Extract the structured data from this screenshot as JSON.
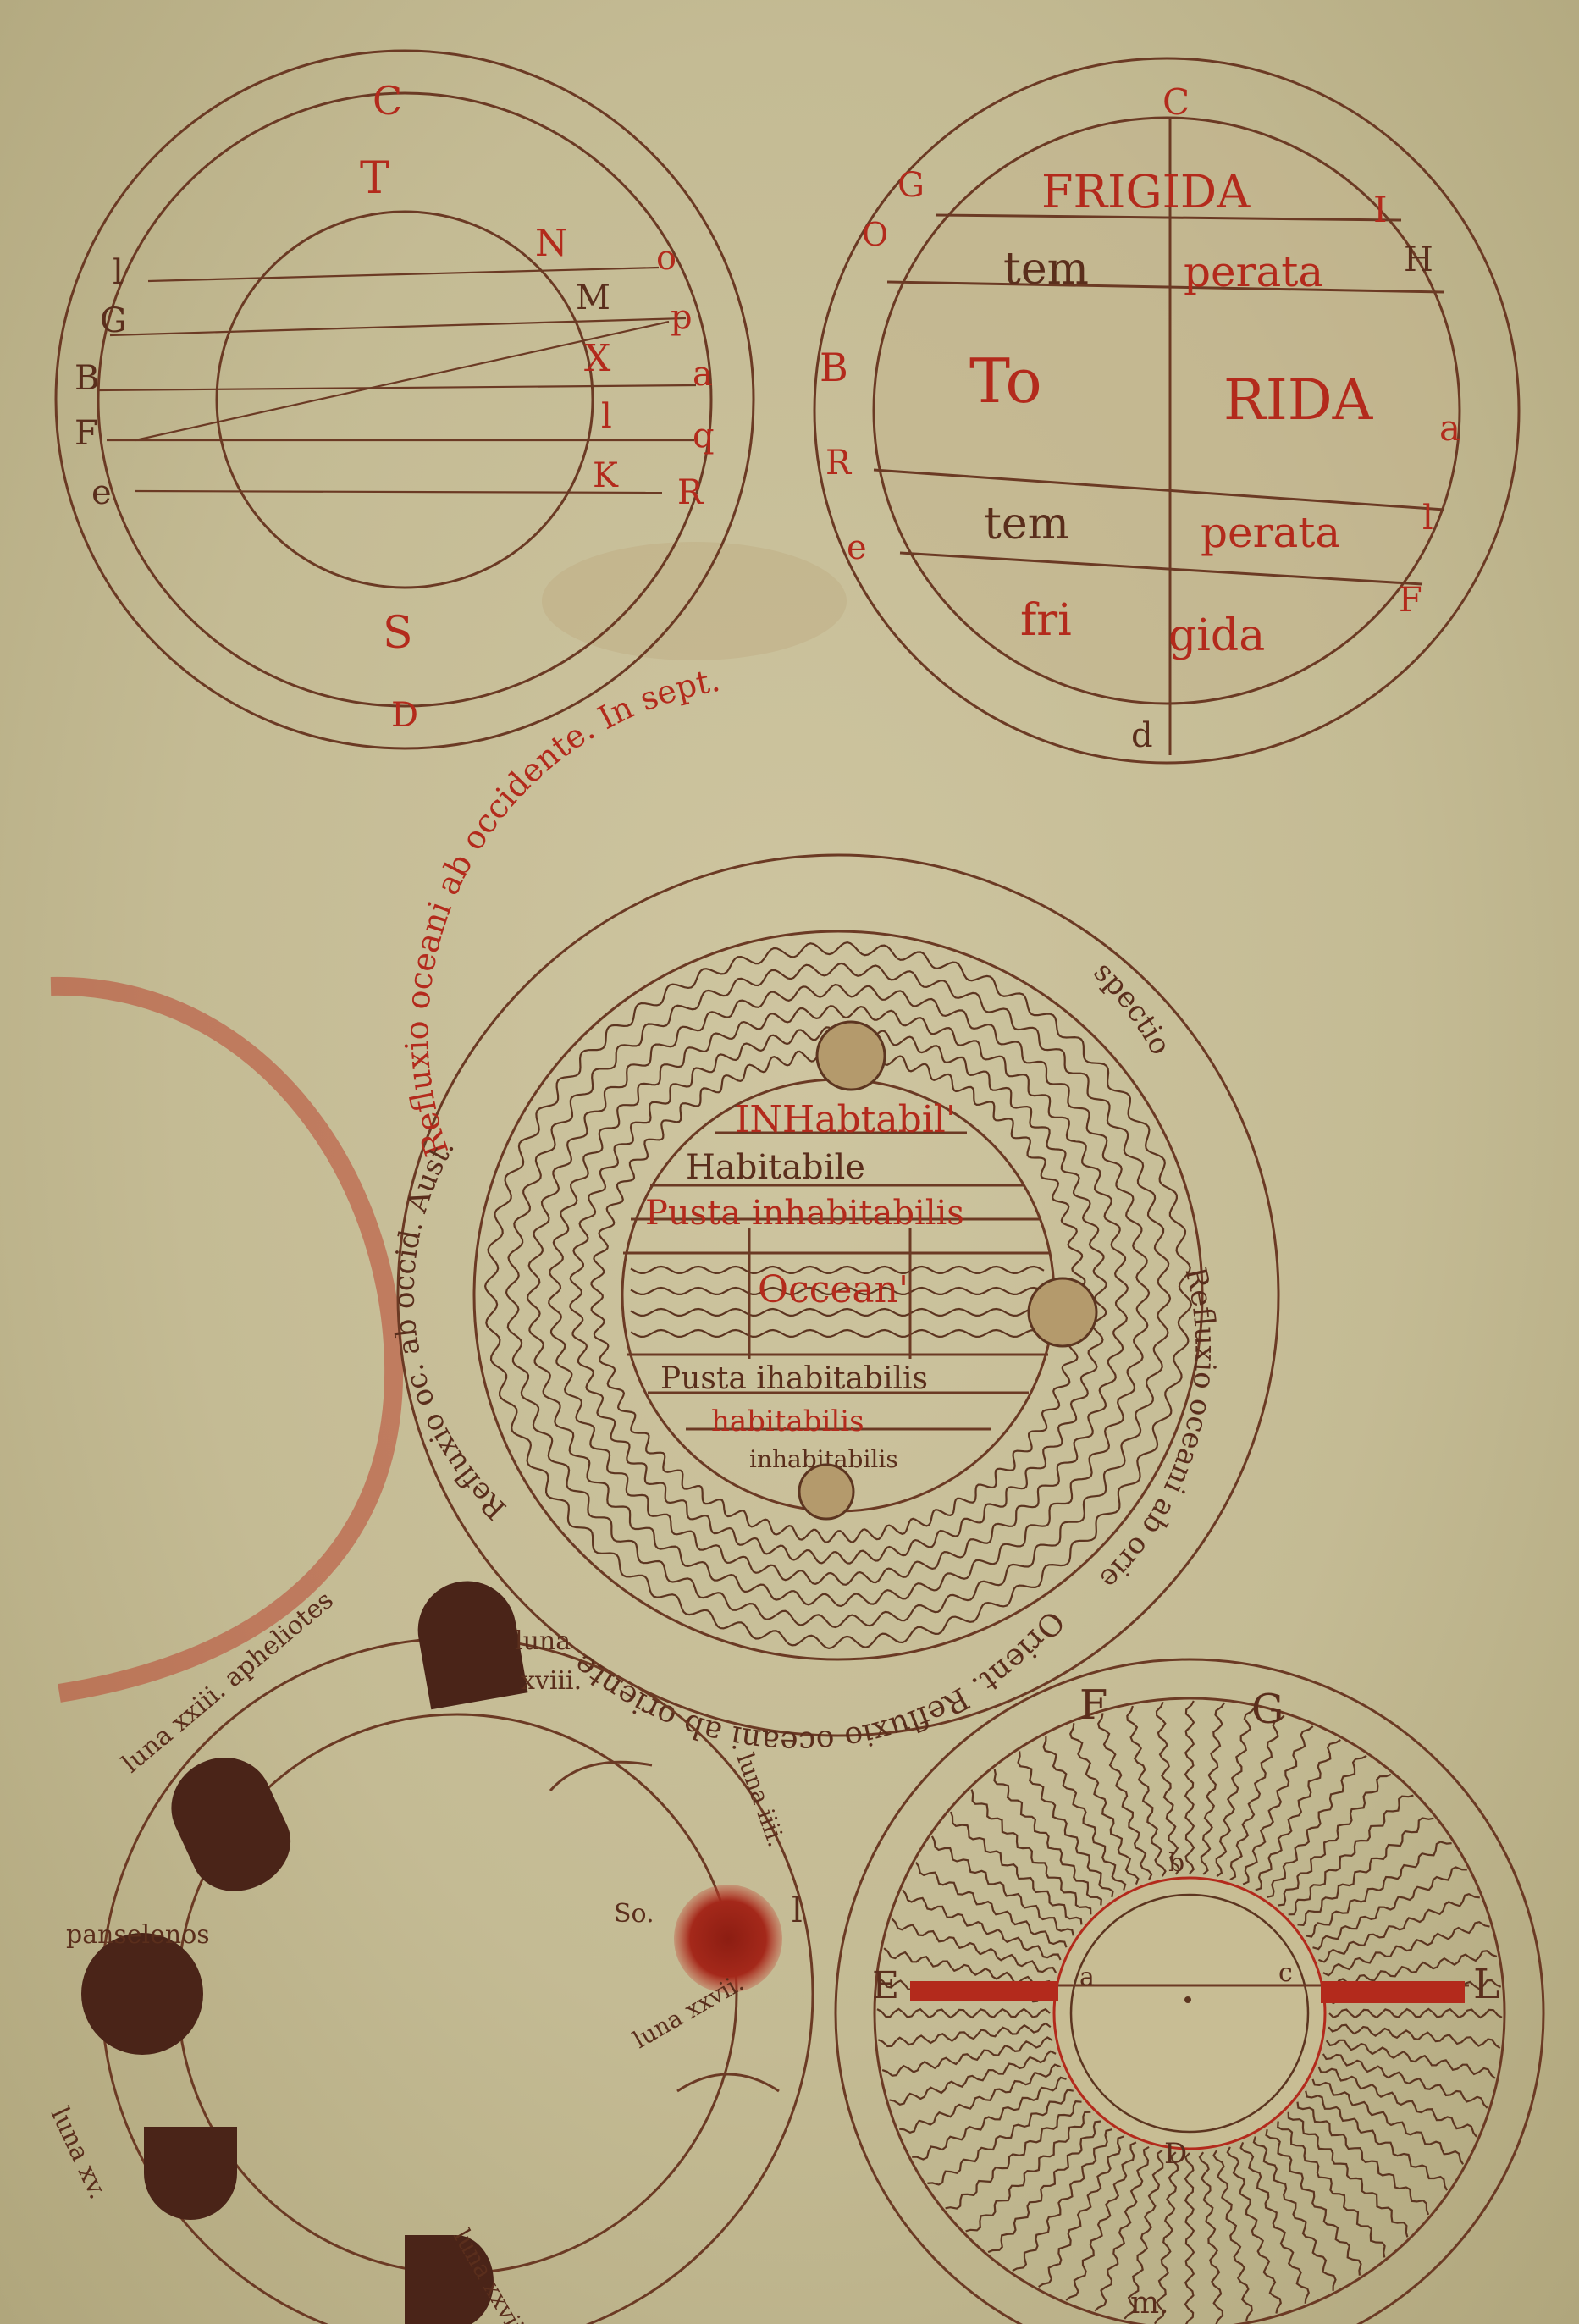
{
  "diagrams": {
    "parallels": {
      "top": "C",
      "upper": "T",
      "lower": "S",
      "bottom": "D",
      "inner_right": [
        "N",
        "M",
        "X",
        "l",
        "K"
      ],
      "outer_right": [
        "o",
        "p",
        "a",
        "q",
        "R"
      ],
      "left": [
        "l",
        "G",
        "B",
        "F",
        "e"
      ]
    },
    "zones": {
      "frigida_top": "FRIGIDA",
      "temperata_top": [
        "tem",
        "perata"
      ],
      "torrida": [
        "To",
        "RIDA"
      ],
      "temperata_bottom": [
        "tem",
        "perata"
      ],
      "frigida_bottom": [
        "fri",
        "gida"
      ],
      "letters": [
        "C",
        "G",
        "O",
        "B",
        "R",
        "e",
        "I",
        "H",
        "a",
        "l",
        "F",
        "d"
      ]
    },
    "ocean": {
      "inner": [
        "INHabtabil'",
        "Habitabile",
        "Pusta inhabitabilis",
        "Occean'",
        "Pusta ihabitabilis",
        "habitabilis",
        "inhabitabilis"
      ],
      "ring": [
        "Refluxio oceani ab occidente. In sept.",
        "spectio",
        "Refluxio oceani ab oriente",
        "Orient. Refluxio oceani ab oriente",
        "Refluxio oc. ab occid. Aust."
      ]
    },
    "moon_phases": {
      "labels": [
        "luna",
        "xviii.",
        "luna xxiii. apheliotes",
        "panselenos",
        "luna xv.",
        "So.",
        "l",
        "luna iiii.",
        "luna xxvii.",
        "luna xxviii."
      ]
    },
    "solar": {
      "letters": [
        "F",
        "G",
        "E",
        "L",
        "b",
        "a",
        "c",
        "D",
        "m."
      ]
    }
  }
}
